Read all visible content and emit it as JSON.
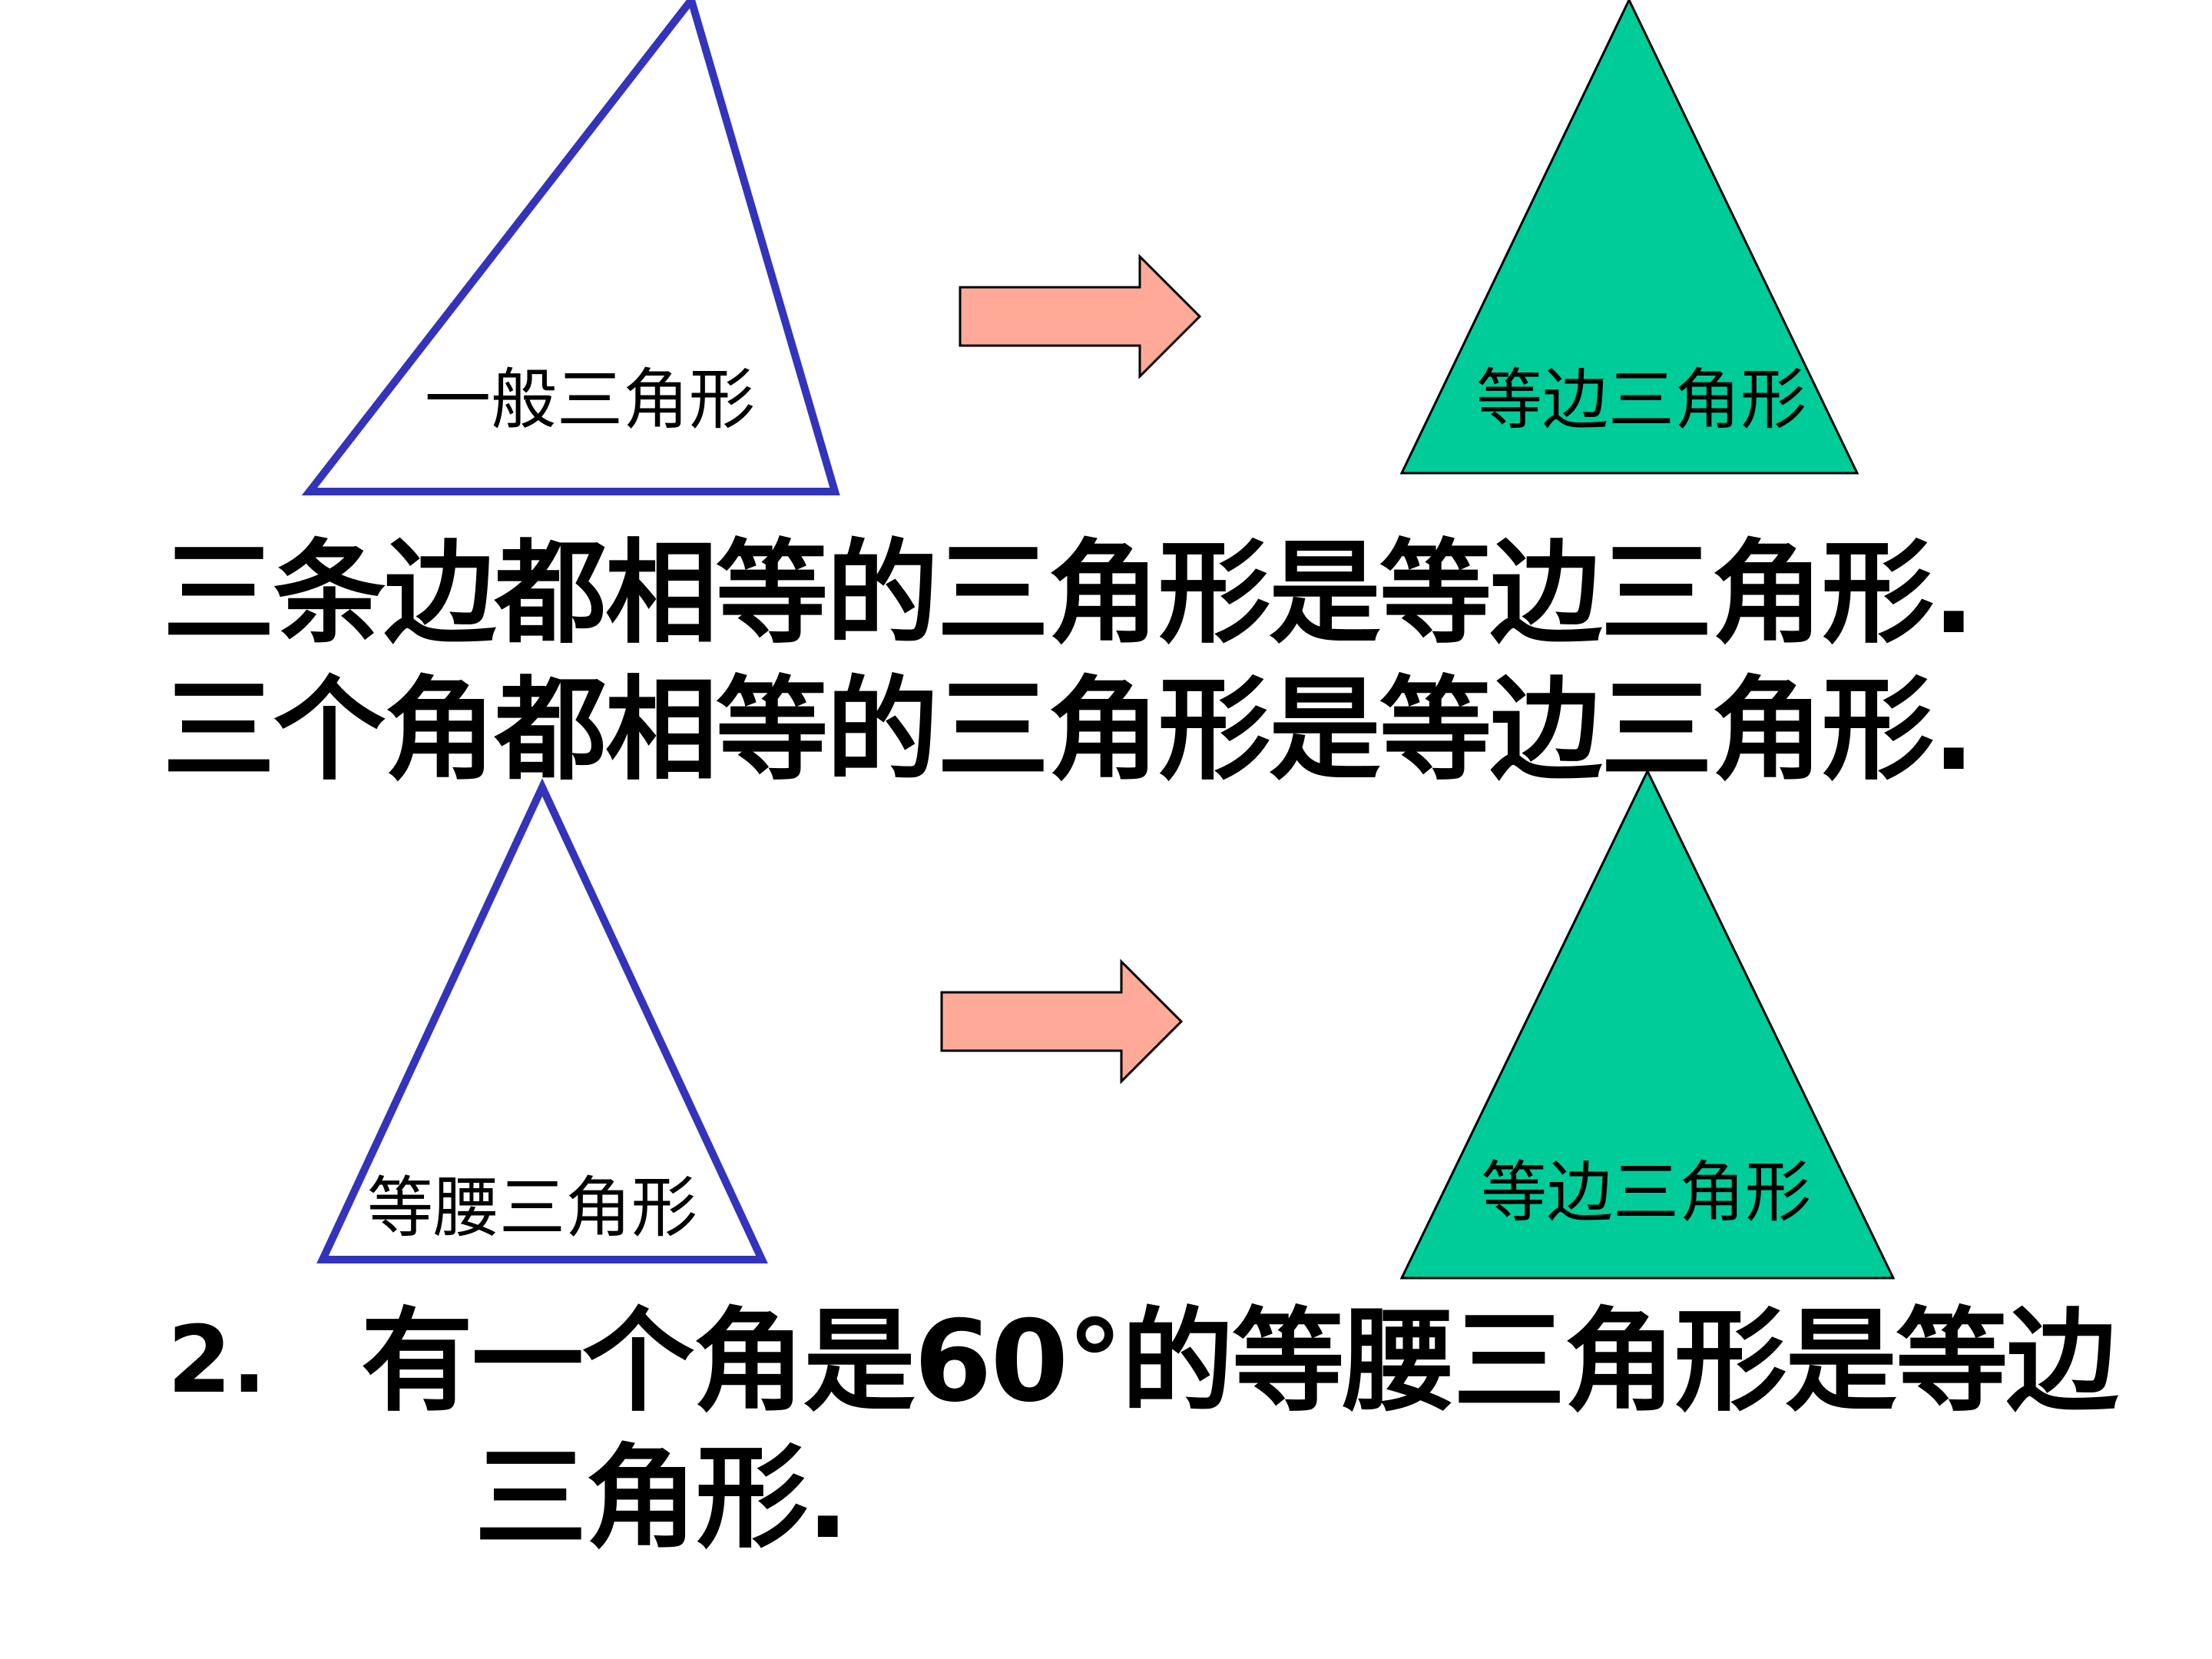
{
  "labels": {
    "scalene": "一般三角形",
    "equilateral_top": "等边三角形",
    "isosceles": "等腰三角形",
    "equilateral_bottom": "等边三角形"
  },
  "statements": {
    "sides_equal": "三条边都相等的三角形是等边三角形.",
    "angles_equal": "三个角都相等的三角形是等边三角形.",
    "item2_number": "2.",
    "item2_line1": "有一个角是60°的等腰三角形是等边",
    "item2_line2": "三角形."
  },
  "colors": {
    "outline_triangle": "#3333bb",
    "filled_triangle": "#00cc99",
    "arrow_fill": "#ffaa99"
  }
}
